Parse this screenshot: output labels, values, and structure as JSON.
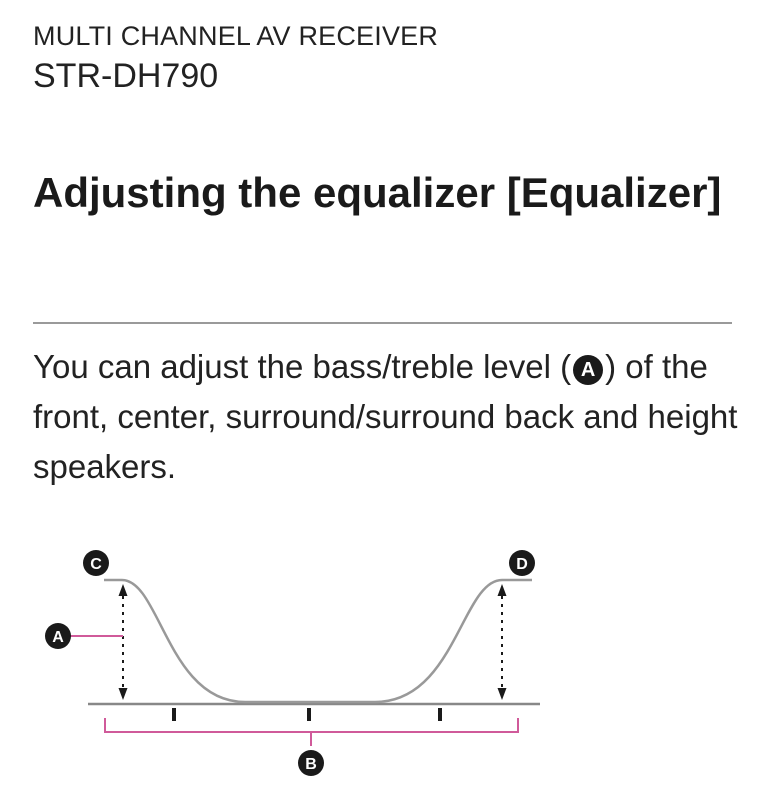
{
  "header": {
    "product_line": "MULTI CHANNEL AV RECEIVER",
    "model": "STR-DH790"
  },
  "page": {
    "title": "Adjusting the equalizer [Equalizer]"
  },
  "intro": {
    "before_marker": "You can adjust the bass/treble level (",
    "marker": "A",
    "after_marker": ") of the front, center, surround/surround back and height speakers."
  },
  "diagram": {
    "marker_a": "A",
    "marker_b": "B",
    "marker_c": "C",
    "marker_d": "D"
  }
}
